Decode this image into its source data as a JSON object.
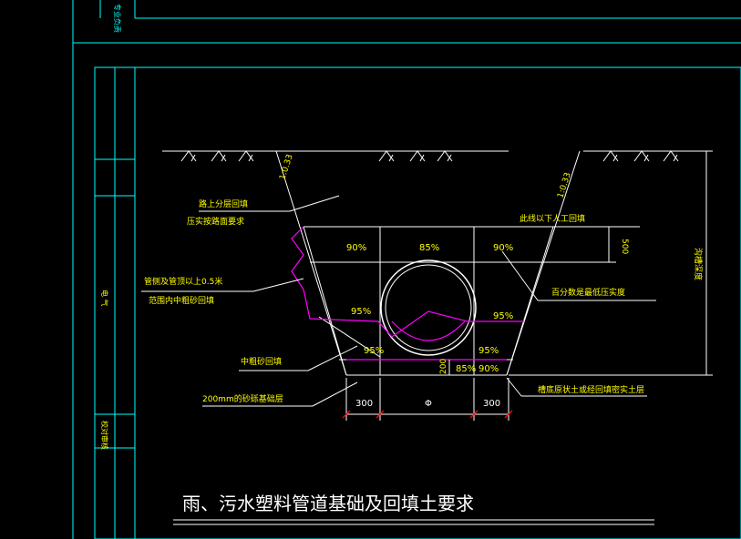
{
  "title": "雨、污水塑料管道基础及回填土要求",
  "labels": {
    "layered_backfill_1": "路上分层回填",
    "layered_backfill_2": "压实按路面要求",
    "manual_backfill": "此线以下人工回填",
    "pipe_top_1": "管侧及管顶以上0.5米",
    "pipe_top_2": "范围内中粗砂回填",
    "manual_compact": "百分数是最低压实度",
    "sand_fill": "中粗砂回填",
    "sand_bed": "200mm的砂砾基础层",
    "trench_bottom": "槽底原状土或经回填密实土层",
    "trench_depth": "沟槽深度",
    "slope_left": "1:0.33",
    "slope_right": "1:0.33",
    "dim_500": "500",
    "dim_200": "200"
  },
  "compaction": {
    "upper_left": "90%",
    "upper_mid": "85%",
    "upper_right": "90%",
    "mid_left": "95%",
    "mid_right": "95%",
    "low_left": "95%",
    "low_right": "95%",
    "bottom_mid": "85%",
    "bottom_right": "90%"
  },
  "dimensions": {
    "left": "300",
    "pipe": "Φ",
    "right": "300"
  },
  "side_labels": {
    "electrical": "电 气",
    "top_tag": "专业负责",
    "bottom_tag": "校对审核"
  },
  "colors": {
    "frame": "#00ffff",
    "lines": "#ffffff",
    "magenta": "#ff00ff",
    "text": "#ffff00"
  }
}
